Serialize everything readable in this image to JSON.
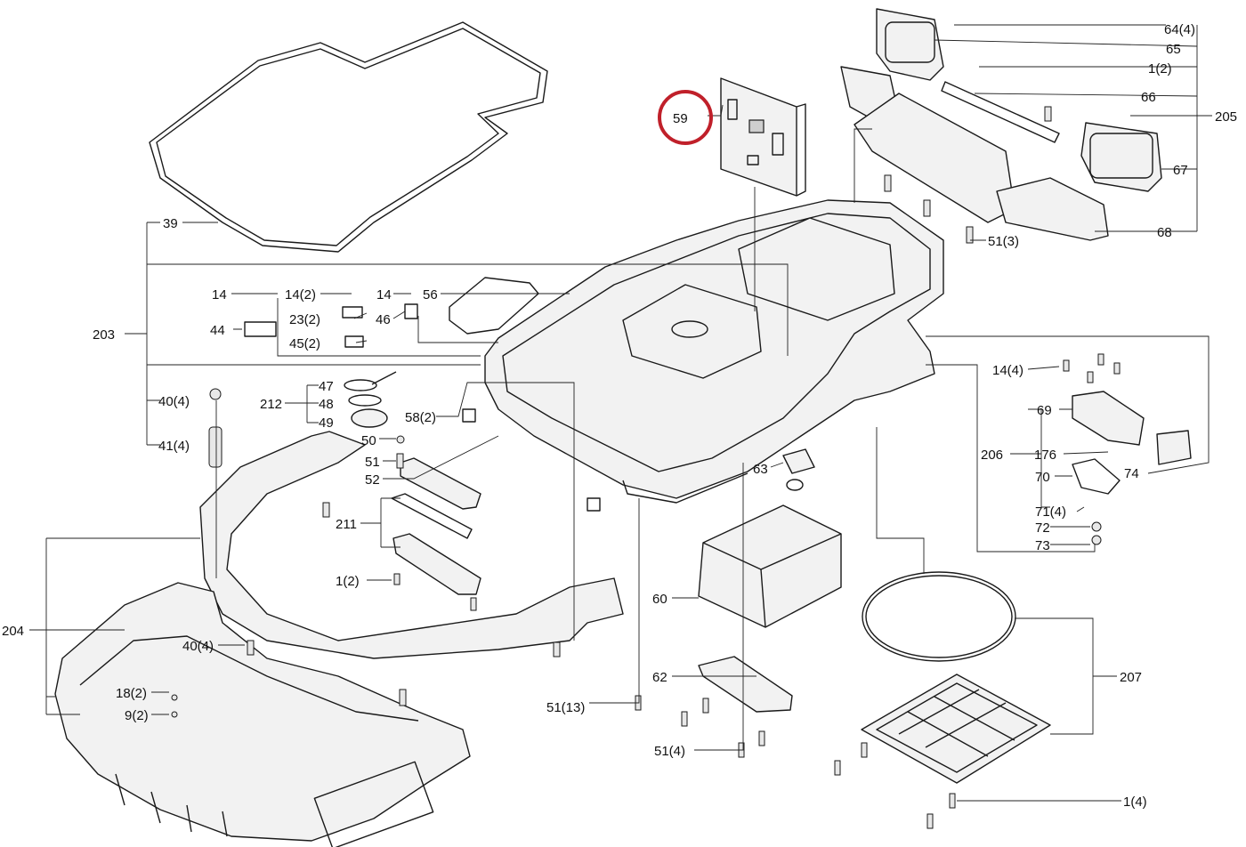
{
  "highlight_color": "#c0202a",
  "labels": {
    "p64": "64(4)",
    "p65": "65",
    "p1a": "1(2)",
    "p66": "66",
    "p205": "205",
    "p67": "67",
    "p68": "68",
    "p51c": "51(3)",
    "p59": "59",
    "p39": "39",
    "p203": "203",
    "p14a": "14",
    "p14b": "14(2)",
    "p14c": "14",
    "p56": "56",
    "p23": "23(2)",
    "p46": "46",
    "p44": "44",
    "p45": "45(2)",
    "p14d": "14(4)",
    "p47": "47",
    "p212": "212",
    "p48": "48",
    "p49": "49",
    "p40a": "40(4)",
    "p58": "58(2)",
    "p69": "69",
    "p50": "50",
    "p41": "41(4)",
    "p51a": "51",
    "p206": "206",
    "p176": "176",
    "p52": "52",
    "p63": "63",
    "p70": "70",
    "p74": "74",
    "p71": "71(4)",
    "p211": "211",
    "p72": "72",
    "p73": "73",
    "p1b": "1(2)",
    "p60": "60",
    "p204": "204",
    "p40b": "40(4)",
    "p207": "207",
    "p62": "62",
    "p18": "18(2)",
    "p9": "9(2)",
    "p51b": "51(13)",
    "p51d": "51(4)",
    "p1c": "1(4)"
  }
}
